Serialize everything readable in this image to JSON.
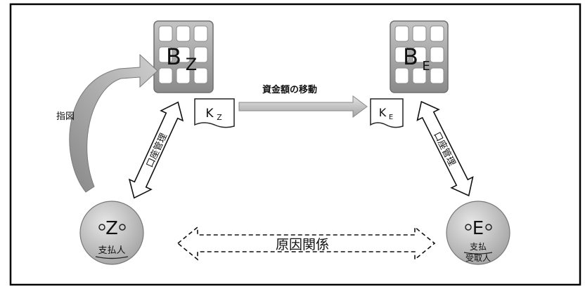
{
  "banks": {
    "payer_bank": {
      "letter": "B",
      "subscript": "Z"
    },
    "payee_bank": {
      "letter": "B",
      "subscript": "E"
    }
  },
  "accounts": {
    "payer_account": {
      "letter": "K",
      "subscript": "Z"
    },
    "payee_account": {
      "letter": "K",
      "subscript": "E"
    }
  },
  "labels": {
    "fund_transfer": "資金額の移動",
    "instruction": "指図",
    "account_management_left": "口座管理",
    "account_management_right": "口座管理",
    "underlying_relation": "原因関係"
  },
  "parties": {
    "payer": {
      "letter": "Z",
      "role": "支払人"
    },
    "payee": {
      "letter": "E",
      "role_line1": "支払",
      "role_line2": "受取人"
    }
  },
  "colors": {
    "frame": "#000000",
    "building_body": "#9a9a9a",
    "building_window": "#ffffff",
    "party_circle": "#bdbdbd",
    "transfer_arrow": "#b8b8b8",
    "instruction_arrow": "#a8a8a8"
  }
}
